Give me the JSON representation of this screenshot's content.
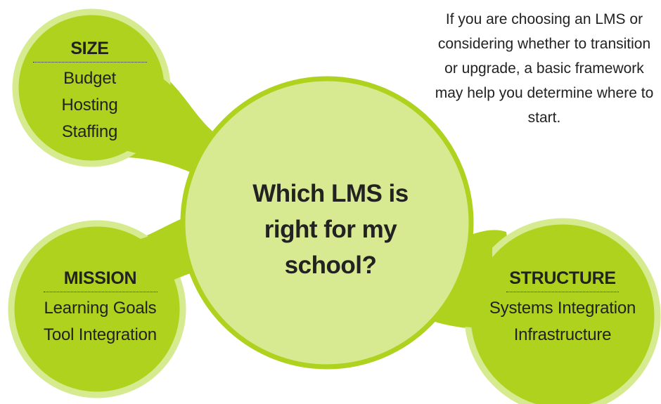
{
  "colors": {
    "lobe_fill": "#aed21e",
    "lobe_border": "#d6eb8f",
    "center_fill": "#d7ea92",
    "text": "#222222"
  },
  "intro": "If you are choosing an LMS or considering whether to transition or upgrade, a basic framework may help you determine where to start.",
  "center": {
    "question": "Which LMS is right for my school?"
  },
  "nodes": {
    "size": {
      "title": "SIZE",
      "items": [
        "Budget",
        "Hosting",
        "Staffing"
      ]
    },
    "mission": {
      "title": "MISSION",
      "items": [
        "Learning Goals",
        "Tool Integration"
      ]
    },
    "structure": {
      "title": "STRUCTURE",
      "items": [
        "Systems Integration",
        "Infrastructure"
      ]
    }
  }
}
